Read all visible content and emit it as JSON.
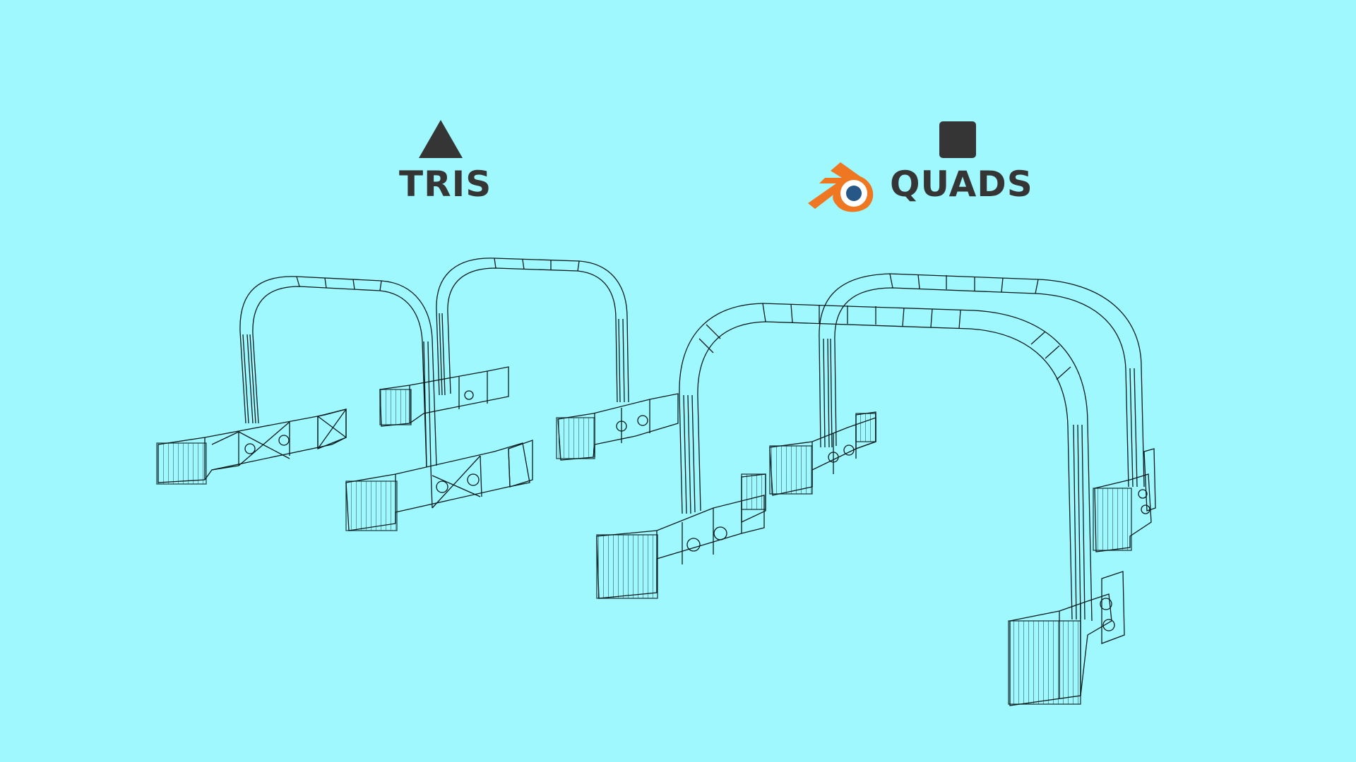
{
  "labels": {
    "tris": "TRIS",
    "quads": "QUADS"
  },
  "icons": {
    "tris": "triangle-icon",
    "quads": "square-icon",
    "software": "blender-logo"
  },
  "colors": {
    "background": "#9ef8fd",
    "text": "#353535",
    "logo_orange": "#f07722",
    "logo_blue": "#265787",
    "wire": "#0a1a1c"
  }
}
